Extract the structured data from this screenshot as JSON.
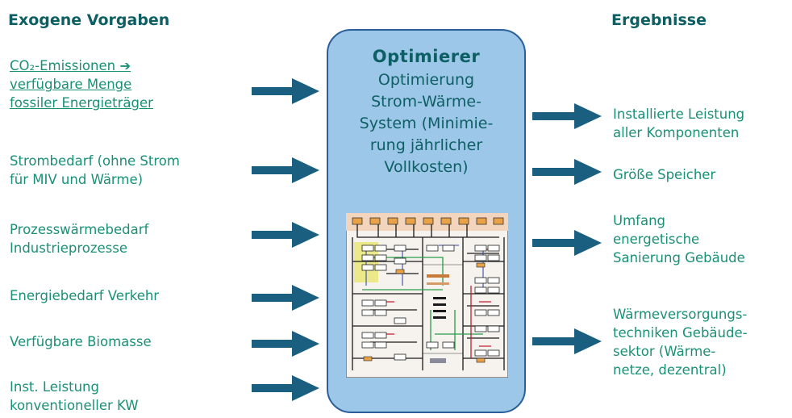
{
  "headers": {
    "left": "Exogene Vorgaben",
    "right": "Ergebnisse"
  },
  "inputs": [
    {
      "lines": [
        "CO₂-Emissionen ➔",
        "verfügbare Menge",
        "fossiler Energieträger"
      ],
      "underlined": true
    },
    {
      "lines": [
        "Strombedarf (ohne Strom",
        "für MIV und Wärme)"
      ]
    },
    {
      "lines": [
        "Prozesswärmebedarf",
        "Industrieprozesse"
      ]
    },
    {
      "lines": [
        "Energiebedarf Verkehr"
      ]
    },
    {
      "lines": [
        "Verfügbare Biomasse"
      ]
    },
    {
      "lines": [
        "Inst. Leistung",
        "konventioneller KW"
      ]
    }
  ],
  "optimizer": {
    "title": "Optimierer",
    "description": [
      "Optimierung",
      "Strom-Wärme-",
      "System (Minimie-",
      "rung jährlicher",
      "Vollkosten)"
    ]
  },
  "outputs": [
    {
      "lines": [
        "Installierte Leistung",
        "aller Komponenten"
      ]
    },
    {
      "lines": [
        "Größe Speicher"
      ]
    },
    {
      "lines": [
        "Umfang",
        "energetische",
        "Sanierung Gebäude"
      ]
    },
    {
      "lines": [
        "Wärmeversorgungs-",
        "techniken Gebäude-",
        "sektor (Wärme-",
        "netze, dezentral)"
      ]
    }
  ],
  "colors": {
    "text": "#1a9077",
    "header": "#0d5f63",
    "arrow": "#1a5f80",
    "box_fill": "#9cc7e9",
    "box_border": "#2a5f9a"
  }
}
